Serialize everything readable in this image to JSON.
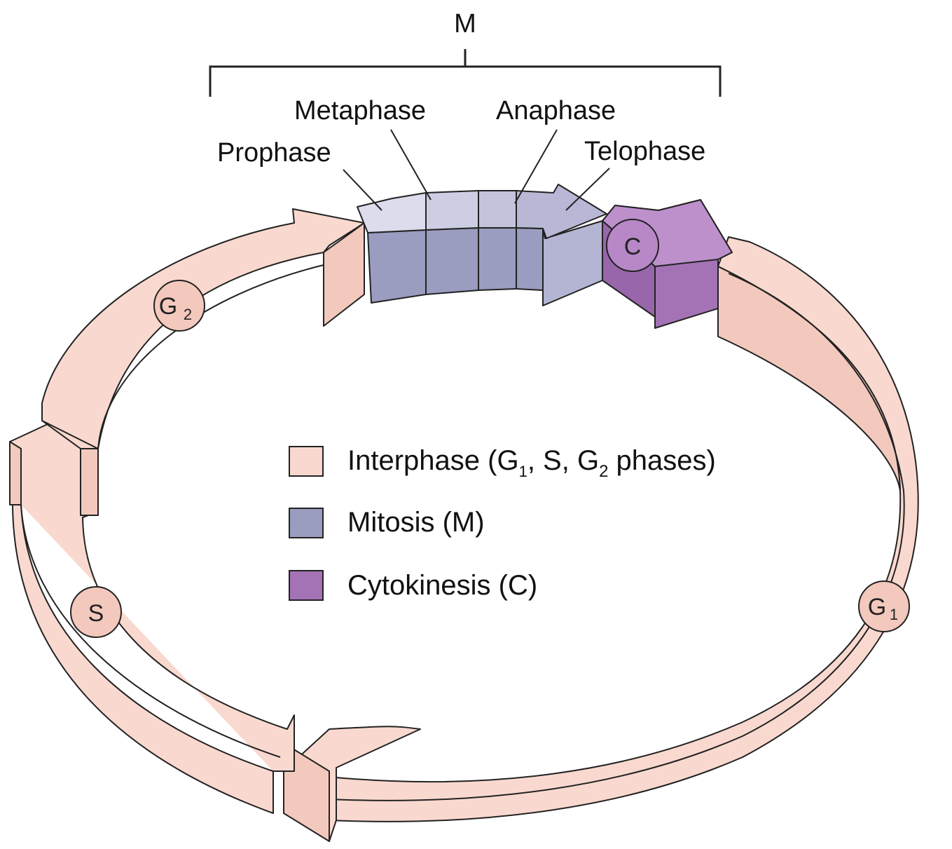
{
  "colors": {
    "interphase": "#f9d9cf",
    "mitosis": "#9a9cc0",
    "mitosis_top": "#cdcde3",
    "cytokinesis": "#a473b5",
    "cytokinesis_top": "#b887c7",
    "outline": "#222222"
  },
  "bracket": {
    "label": "M"
  },
  "phases": {
    "prophase": "Prophase",
    "metaphase": "Metaphase",
    "anaphase": "Anaphase",
    "telophase": "Telophase"
  },
  "stages": {
    "g1": {
      "letter": "G",
      "sub": "1"
    },
    "g2": {
      "letter": "G",
      "sub": "2"
    },
    "s": {
      "letter": "S"
    },
    "c": {
      "letter": "C"
    }
  },
  "legend": {
    "interphase": {
      "pre": "Interphase (G",
      "sub1": "1",
      "mid": ", S, G",
      "sub2": "2",
      "post": " phases)"
    },
    "mitosis": "Mitosis (M)",
    "cytokinesis": "Cytokinesis (C)"
  }
}
